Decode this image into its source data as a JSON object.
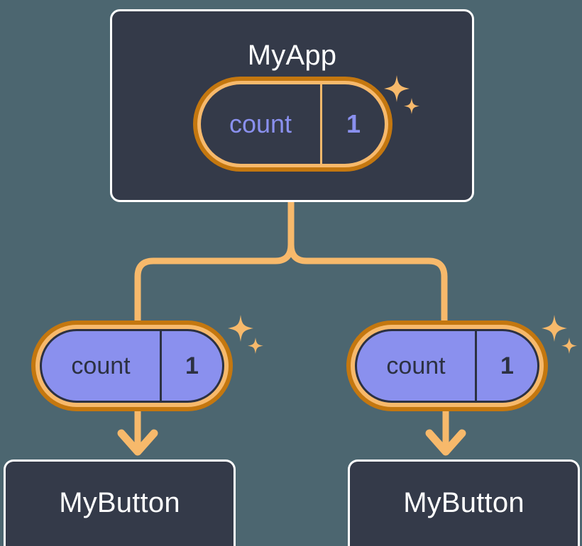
{
  "diagram": {
    "title_semantic": "react-state-propagation-tree",
    "background_color": "#4C6670"
  },
  "colors": {
    "background": "#4C6670",
    "card_fill": "#343A49",
    "card_border": "#FFFFFF",
    "ring_outer": "#C4770F",
    "ring_inner": "#F7B96B",
    "state_fill": "#8A90EE",
    "state_text_dark": "#2C3141",
    "state_text_accent": "#8A90EE",
    "connector": "#F7B96B"
  },
  "root": {
    "label": "MyApp",
    "state": {
      "key": "count",
      "value": "1",
      "sparkle_icon": "sparkles-icon"
    }
  },
  "children": [
    {
      "label": "MyButton",
      "state": {
        "key": "count",
        "value": "1",
        "sparkle_icon": "sparkles-icon"
      }
    },
    {
      "label": "MyButton",
      "state": {
        "key": "count",
        "value": "1",
        "sparkle_icon": "sparkles-icon"
      }
    }
  ],
  "connectors": {
    "trunk_icon": "tree-branch-connector",
    "arrow_icon": "arrow-down-icon",
    "count": 2
  }
}
